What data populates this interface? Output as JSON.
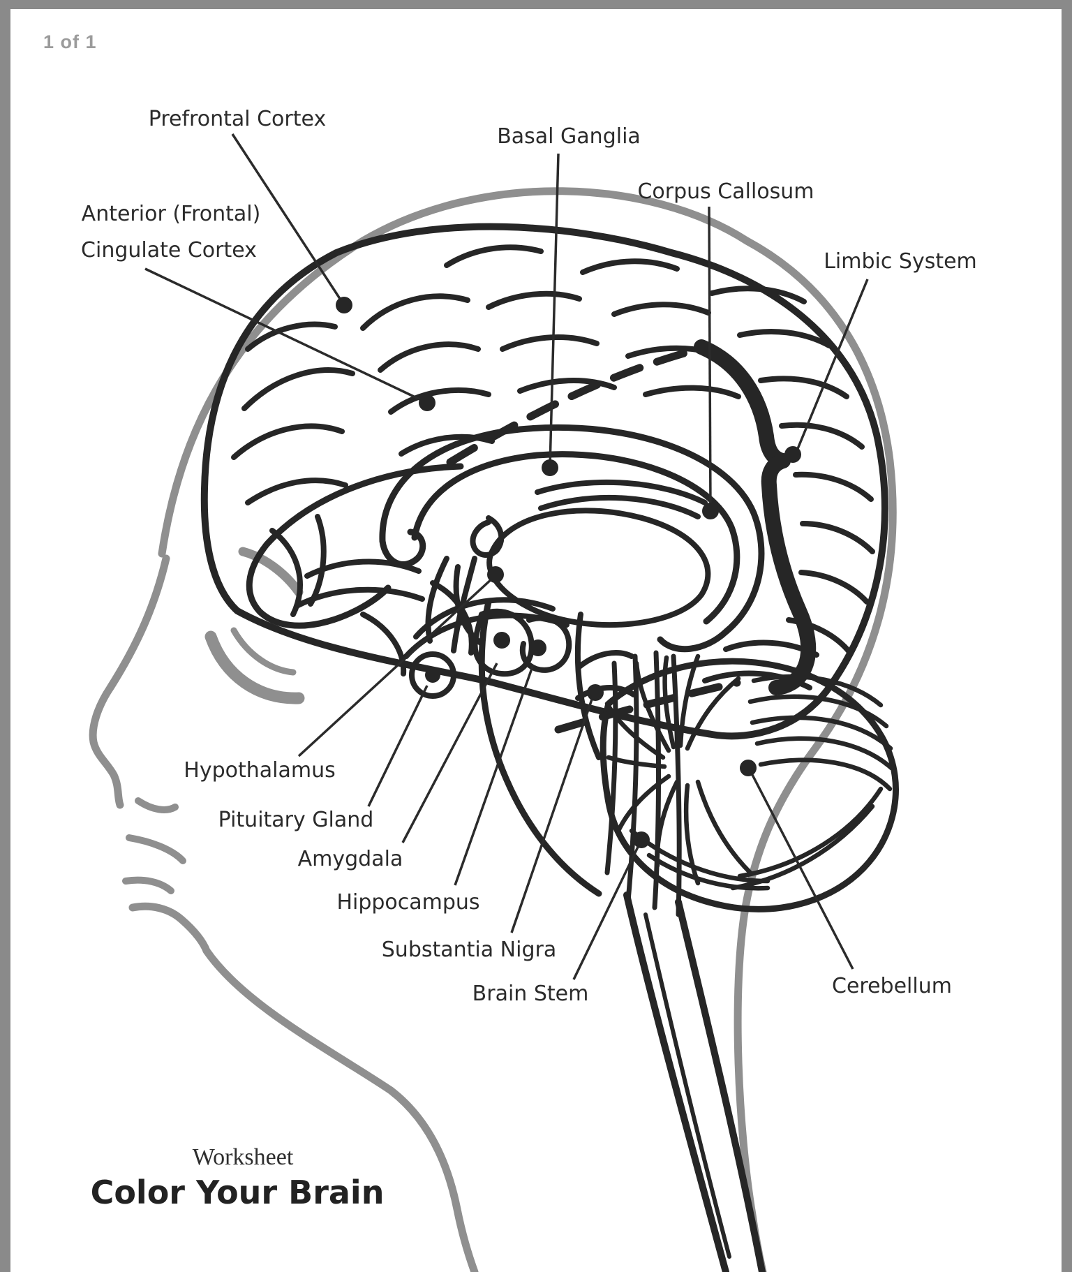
{
  "page": {
    "indicator": "1 of 1"
  },
  "diagram": {
    "labels": [
      {
        "id": "prefrontal-cortex",
        "text": "Prefrontal Cortex"
      },
      {
        "id": "anterior-frontal",
        "text": "Anterior (Frontal)"
      },
      {
        "id": "cingulate-cortex",
        "text": "Cingulate Cortex"
      },
      {
        "id": "basal-ganglia",
        "text": "Basal Ganglia"
      },
      {
        "id": "corpus-callosum",
        "text": "Corpus Callosum"
      },
      {
        "id": "limbic-system",
        "text": "Limbic System"
      },
      {
        "id": "hypothalamus",
        "text": "Hypothalamus"
      },
      {
        "id": "pituitary-gland",
        "text": "Pituitary Gland"
      },
      {
        "id": "amygdala",
        "text": "Amygdala"
      },
      {
        "id": "hippocampus",
        "text": "Hippocampus"
      },
      {
        "id": "substantia-nigra",
        "text": "Substantia Nigra"
      },
      {
        "id": "brain-stem",
        "text": "Brain Stem"
      },
      {
        "id": "cerebellum",
        "text": "Cerebellum"
      }
    ],
    "title": {
      "kicker": "Worksheet",
      "main": "Color Your Brain"
    },
    "colors": {
      "ink": "#262626",
      "head_outline": "#8f8f8f",
      "frame": "#8a8a8a",
      "page": "#ffffff",
      "muted_text": "#9b9b9b"
    }
  }
}
